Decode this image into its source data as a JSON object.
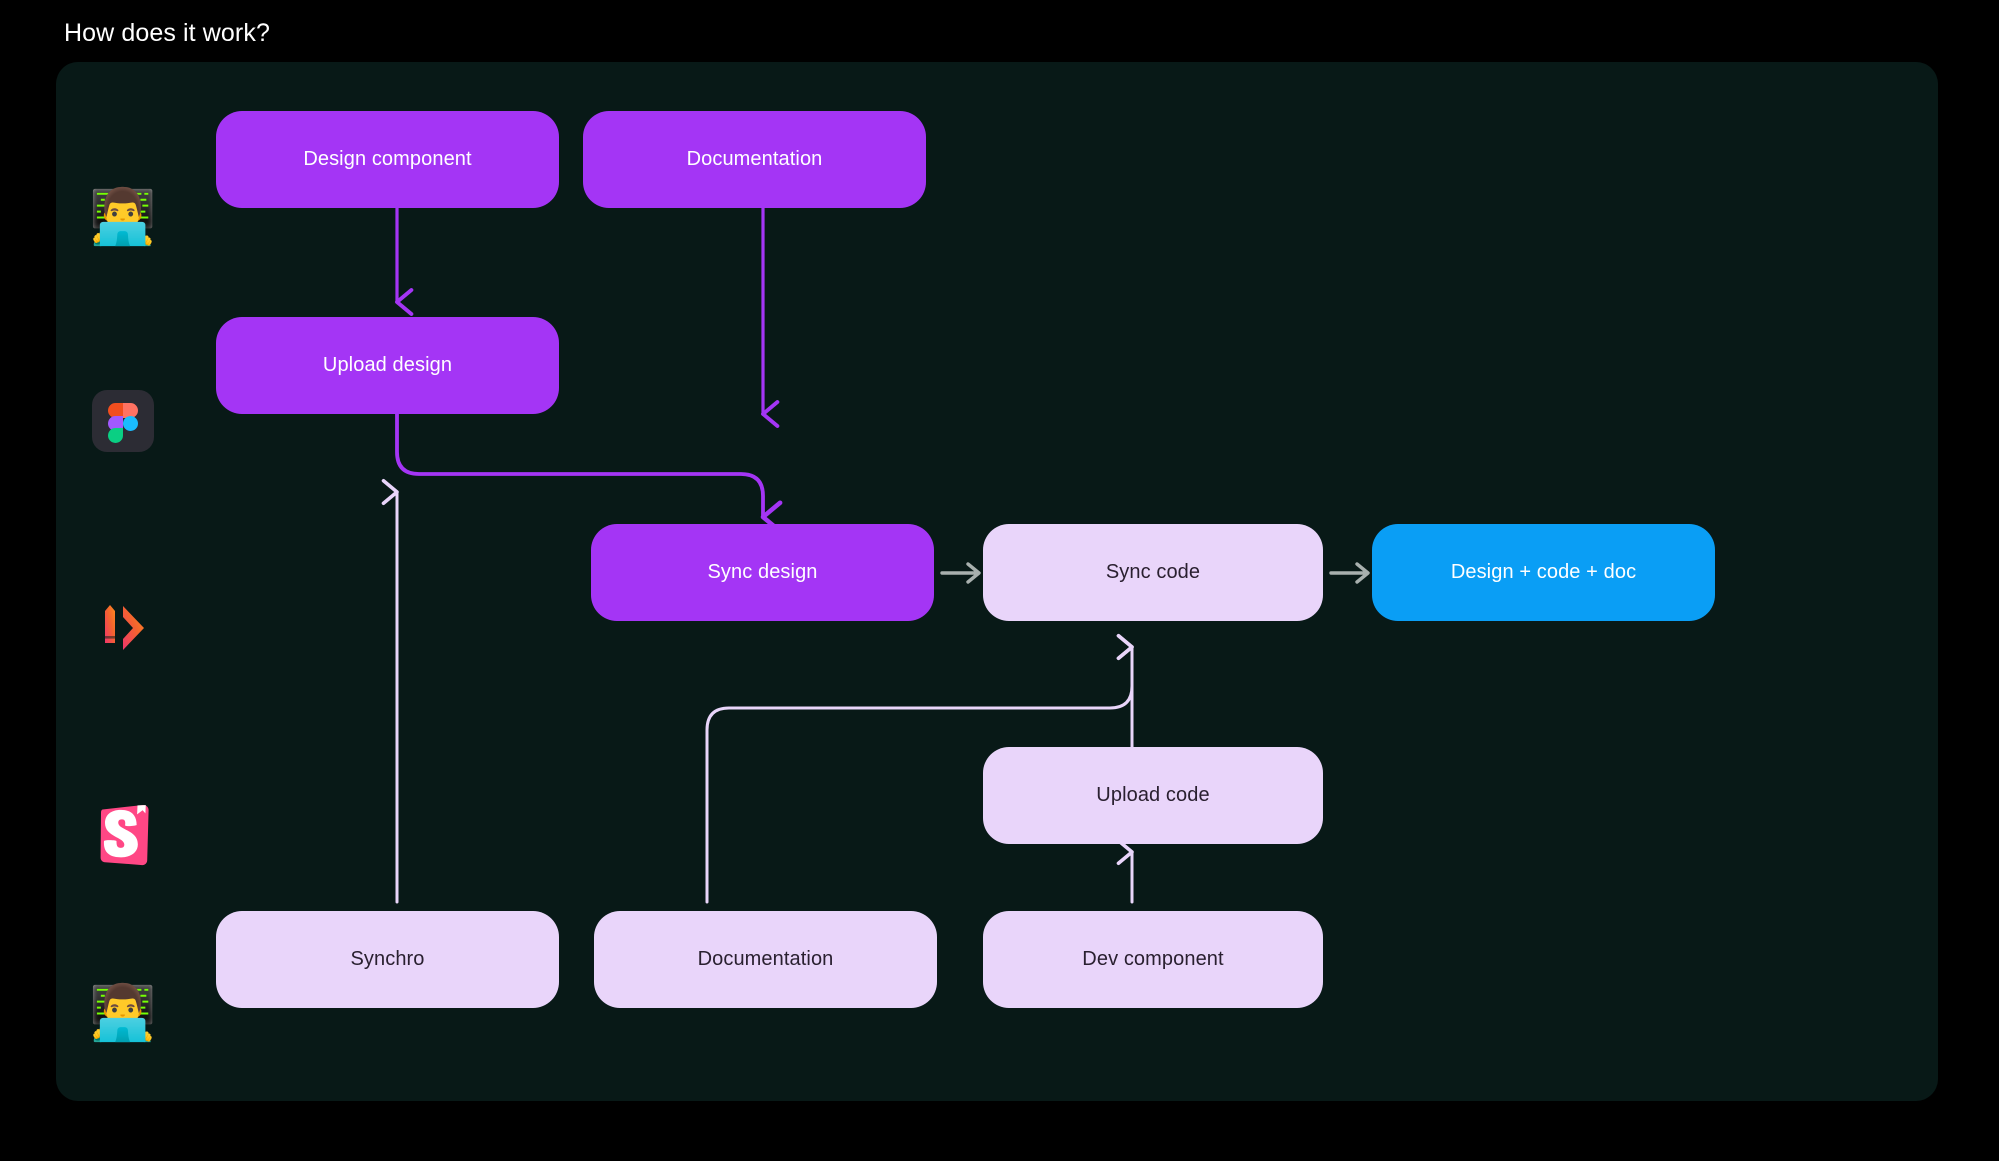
{
  "page": {
    "title": "How does it work?",
    "background_color": "#000000",
    "card_background_color": "#081917"
  },
  "colors": {
    "purple": "#A435F5",
    "lavender": "#E9D5FA",
    "blue": "#0A9EF5",
    "arrow_gray": "#A8B0AE",
    "text_on_purple": "#FFFFFF",
    "text_on_lavender": "#2A2030",
    "text_on_blue": "#FFFFFF"
  },
  "lanes": [
    {
      "id": "designer",
      "icon": "person-at-laptop-icon",
      "glyph": "👨‍💻"
    },
    {
      "id": "figma",
      "icon": "figma-icon",
      "glyph": ""
    },
    {
      "id": "specify",
      "icon": "specify-pencil-chevron-icon",
      "glyph": ""
    },
    {
      "id": "storybook",
      "icon": "storybook-icon",
      "glyph": ""
    },
    {
      "id": "developer",
      "icon": "person-at-laptop-icon",
      "glyph": "👨‍💻"
    }
  ],
  "nodes": [
    {
      "id": "design-component",
      "label": "Design component",
      "style": "purple",
      "lane": "designer"
    },
    {
      "id": "documentation-top",
      "label": "Documentation",
      "style": "purple",
      "lane": "designer"
    },
    {
      "id": "upload-design",
      "label": "Upload design",
      "style": "purple",
      "lane": "figma"
    },
    {
      "id": "sync-design",
      "label": "Sync design",
      "style": "purple",
      "lane": "specify"
    },
    {
      "id": "sync-code",
      "label": "Sync code",
      "style": "lavender",
      "lane": "specify"
    },
    {
      "id": "design-code-doc",
      "label": "Design + code + doc",
      "style": "blue",
      "lane": "specify"
    },
    {
      "id": "upload-code",
      "label": "Upload code",
      "style": "lavender",
      "lane": "storybook"
    },
    {
      "id": "synchro",
      "label": "Synchro",
      "style": "lavender",
      "lane": "developer"
    },
    {
      "id": "documentation-bot",
      "label": "Documentation",
      "style": "lavender",
      "lane": "developer"
    },
    {
      "id": "dev-component",
      "label": "Dev component",
      "style": "lavender",
      "lane": "developer"
    }
  ],
  "connectors": [
    {
      "id": "design-component-to-upload-design",
      "from": "design-component",
      "to": "upload-design",
      "color": "#A435F5"
    },
    {
      "id": "documentation-top-to-sync-design",
      "from": "documentation-top",
      "to": "sync-design",
      "color": "#A435F5"
    },
    {
      "id": "upload-design-to-sync-design",
      "from": "upload-design",
      "to": "sync-design",
      "color": "#A435F5"
    },
    {
      "id": "synchro-to-upload-design",
      "from": "synchro",
      "to": "upload-design",
      "color": "#E9D5FA"
    },
    {
      "id": "documentation-bot-to-sync-code",
      "from": "documentation-bot",
      "to": "sync-code",
      "color": "#E9D5FA"
    },
    {
      "id": "dev-component-to-upload-code",
      "from": "dev-component",
      "to": "upload-code",
      "color": "#E9D5FA"
    },
    {
      "id": "upload-code-to-sync-code",
      "from": "upload-code",
      "to": "sync-code",
      "color": "#E9D5FA"
    },
    {
      "id": "sync-design-to-sync-code",
      "from": "sync-design",
      "to": "sync-code",
      "color": "#A8B0AE"
    },
    {
      "id": "sync-code-to-design-code-doc",
      "from": "sync-code",
      "to": "design-code-doc",
      "color": "#A8B0AE"
    }
  ]
}
